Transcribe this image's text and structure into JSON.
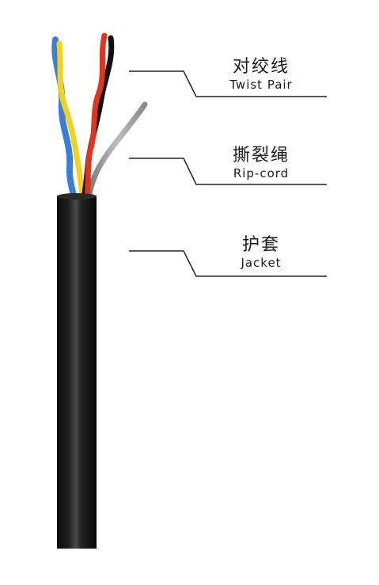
{
  "labels": {
    "twist_pair": {
      "zh": "对绞线",
      "en": "Twist Pair"
    },
    "rip_cord": {
      "zh": "撕裂绳",
      "en": "Rip-cord"
    },
    "jacket": {
      "zh": "护套",
      "en": "Jacket"
    }
  },
  "colors": {
    "jacket": "#1a1a1a",
    "wire_blue": "#3a7fd6",
    "wire_yellow": "#f2d21a",
    "wire_red": "#e0341f",
    "wire_black": "#111111",
    "rip_cord": "#9a9a9a",
    "leader_line": "#222222"
  }
}
